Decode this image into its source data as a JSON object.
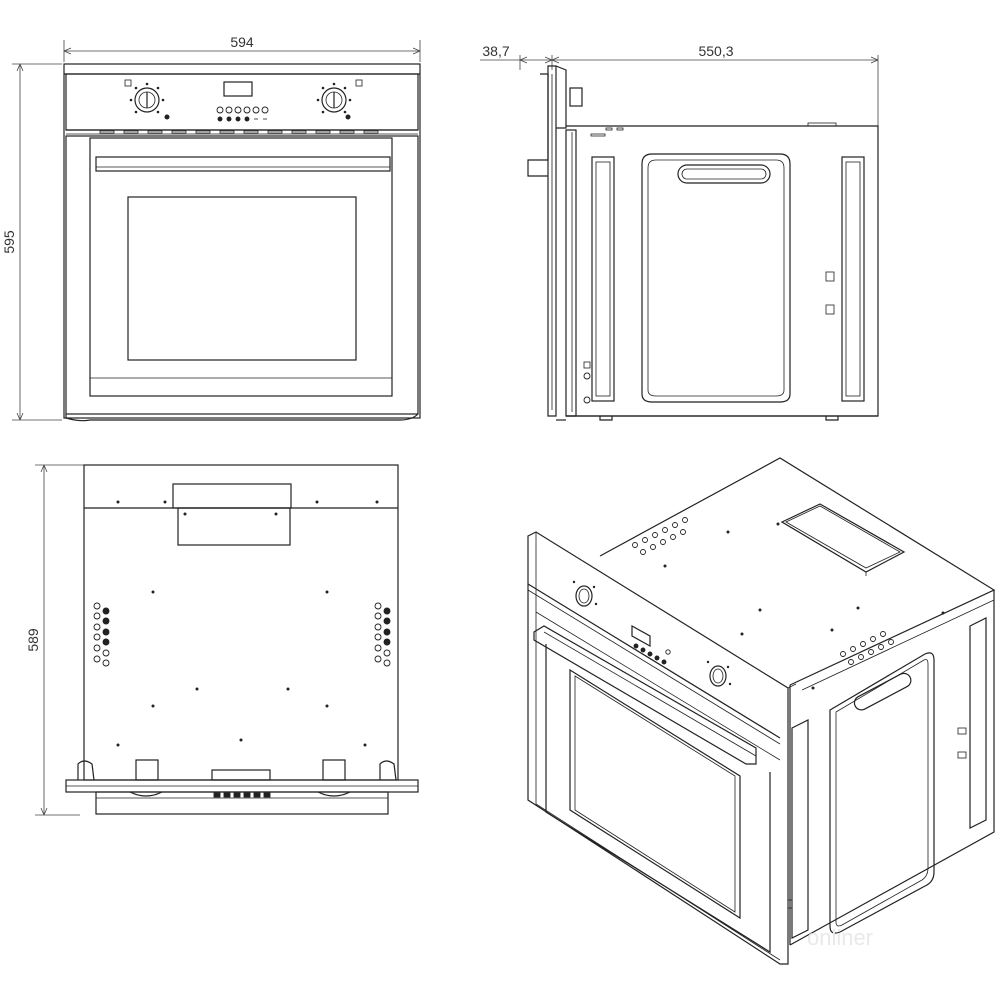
{
  "dimensions": {
    "front_width": "594",
    "front_height": "595",
    "side_depth_front": "38,7",
    "side_depth_body": "550,3",
    "top_depth": "589"
  }
}
